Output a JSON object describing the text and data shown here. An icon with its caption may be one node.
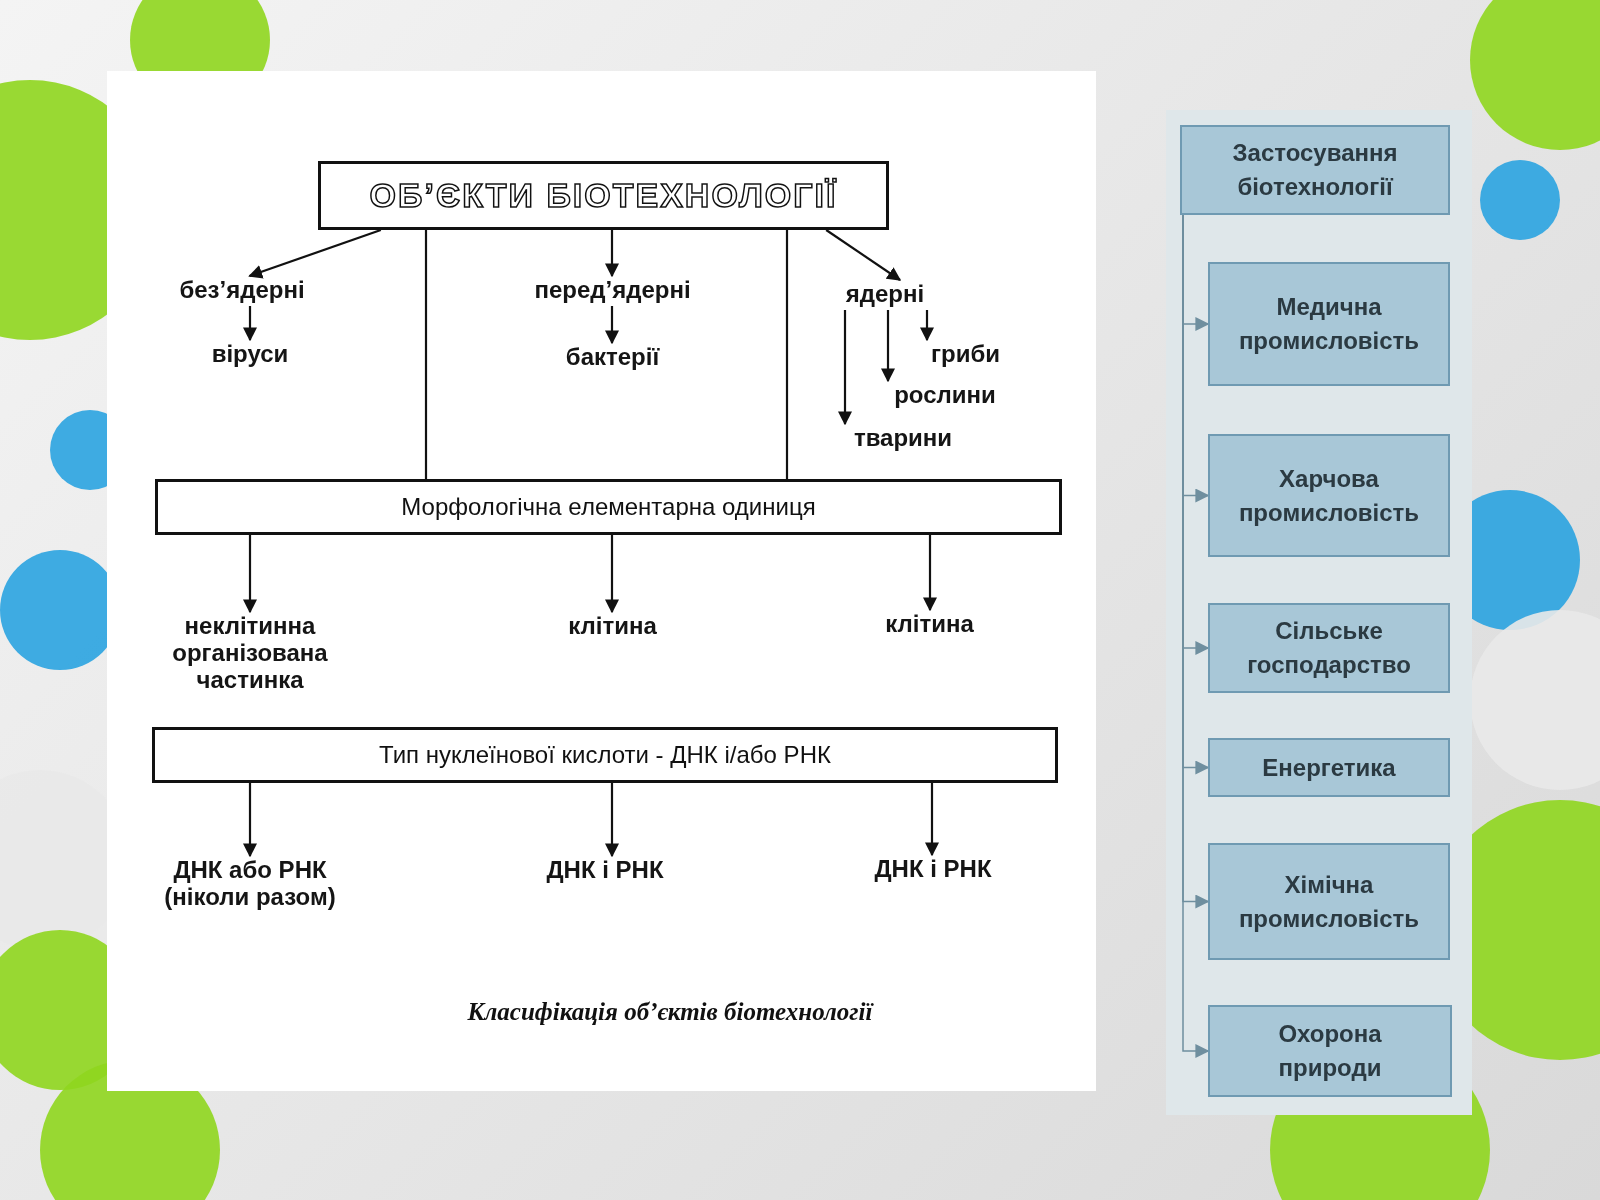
{
  "diagram": {
    "caption": "Класифікація об’єктів біотехнології",
    "nodes": [
      {
        "text": [
          "ОБ’ЄКТИ БІОТЕХНОЛОГІЇ"
        ]
      },
      {
        "text": [
          "без’ядерні"
        ]
      },
      {
        "text": [
          "віруси"
        ]
      },
      {
        "text": [
          "перед’ядерні"
        ]
      },
      {
        "text": [
          "бактерії"
        ]
      },
      {
        "text": [
          "ядерні"
        ]
      },
      {
        "text": [
          "гриби"
        ]
      },
      {
        "text": [
          "рослини"
        ]
      },
      {
        "text": [
          "тварини"
        ]
      },
      {
        "text": [
          "Морфологічна елементарна одиниця"
        ]
      },
      {
        "text": [
          "неклітинна організована частинка"
        ]
      },
      {
        "text": [
          "клітина"
        ]
      },
      {
        "text": [
          "клітина"
        ]
      },
      {
        "text": [
          "Тип нуклеїнової кислоти - ДНК і/або РНК"
        ]
      },
      {
        "text": [
          "ДНК або РНК (ніколи разом)"
        ]
      },
      {
        "text": [
          "ДНК і РНК"
        ]
      },
      {
        "text": [
          "ДНК і РНК"
        ]
      },
      {
        "text": [
          "Застосування біотехнології"
        ]
      },
      {
        "text": [
          "Медична промисловість"
        ]
      },
      {
        "text": [
          "Харчова промисловість"
        ]
      },
      {
        "text": [
          "Сільське господарство"
        ]
      },
      {
        "text": [
          "Енергетика"
        ]
      },
      {
        "text": [
          "Хімічна промисловість"
        ]
      },
      {
        "text": [
          "Охорона природи"
        ]
      }
    ],
    "edges": [
      {
        "from": 0,
        "to": 1,
        "arrow": "to"
      },
      {
        "from": 1,
        "to": 2,
        "arrow": "to"
      },
      {
        "from": 0,
        "to": 3,
        "arrow": "to"
      },
      {
        "from": 3,
        "to": 4,
        "arrow": "to"
      },
      {
        "from": 0,
        "to": 5,
        "arrow": "to"
      },
      {
        "from": 5,
        "to": 6,
        "arrow": "to"
      },
      {
        "from": 5,
        "to": 7,
        "arrow": "to"
      },
      {
        "from": 5,
        "to": 8,
        "arrow": "to"
      },
      {
        "from": 0,
        "to": 9,
        "arrow": "none"
      },
      {
        "from": 0,
        "to": 9,
        "arrow": "none"
      },
      {
        "from": 9,
        "to": 10,
        "arrow": "to"
      },
      {
        "from": 9,
        "to": 11,
        "arrow": "to"
      },
      {
        "from": 9,
        "to": 12,
        "arrow": "to"
      },
      {
        "from": 13,
        "to": 14,
        "arrow": "to"
      },
      {
        "from": 13,
        "to": 15,
        "arrow": "to"
      },
      {
        "from": 13,
        "to": 16,
        "arrow": "to"
      },
      {
        "from": 17,
        "to": 18,
        "arrow": "to",
        "color": "#6f8f9f"
      },
      {
        "from": 17,
        "to": 19,
        "arrow": "to",
        "color": "#6f8f9f"
      },
      {
        "from": 17,
        "to": 20,
        "arrow": "to",
        "color": "#6f8f9f"
      },
      {
        "from": 17,
        "to": 21,
        "arrow": "to",
        "color": "#6f8f9f"
      },
      {
        "from": 17,
        "to": 22,
        "arrow": "to",
        "color": "#6f8f9f"
      },
      {
        "from": 17,
        "to": 23,
        "arrow": "to",
        "color": "#6f8f9f"
      }
    ]
  }
}
